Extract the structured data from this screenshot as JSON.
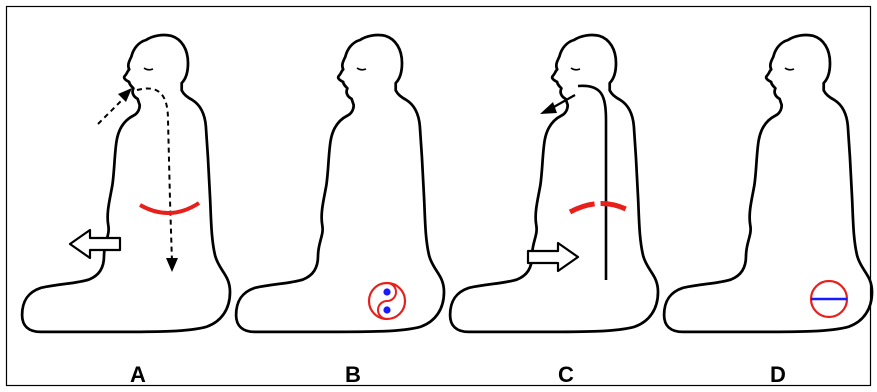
{
  "colors": {
    "outline": "#000000",
    "diaphragm": "#e8201c",
    "dantian_ring": "#e8201c",
    "yinyang_dots": "#1a1aff",
    "horizon_line": "#1a1aff",
    "background": "#ffffff",
    "frame": "#000000"
  },
  "icons": {
    "inhale_arrow": "dashed-arrow-icon",
    "exhale_arrow": "arrow-icon",
    "expand_arrow": "hollow-arrow-left-icon",
    "contract_arrow": "hollow-arrow-right-icon",
    "yinyang": "yinyang-icon",
    "dantian_line": "circle-line-icon"
  },
  "panels": [
    {
      "id": "A",
      "label": "A"
    },
    {
      "id": "B",
      "label": "B"
    },
    {
      "id": "C",
      "label": "C"
    },
    {
      "id": "D",
      "label": "D"
    }
  ]
}
